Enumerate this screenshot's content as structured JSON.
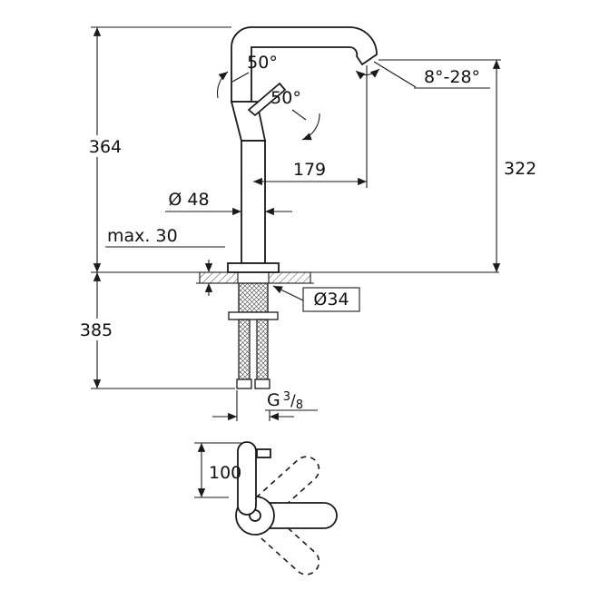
{
  "canvas": {
    "background": "#ffffff",
    "line_color": "#1a1a1a"
  },
  "labels": {
    "total_height": "364",
    "outlet_height": "322",
    "spout_reach": "179",
    "body_diameter": "Ø 48",
    "max_mounting_thickness": "max. 30",
    "mounting_hole_diameter": "Ø34",
    "below_deck_length": "385",
    "handle_angle_a": "50°",
    "handle_angle_b": "50°",
    "outlet_angle_range": "8°-28°",
    "thread": {
      "prefix": "G",
      "numerator": "3",
      "slash": "/",
      "denominator": "8"
    },
    "handle_height": "100"
  }
}
